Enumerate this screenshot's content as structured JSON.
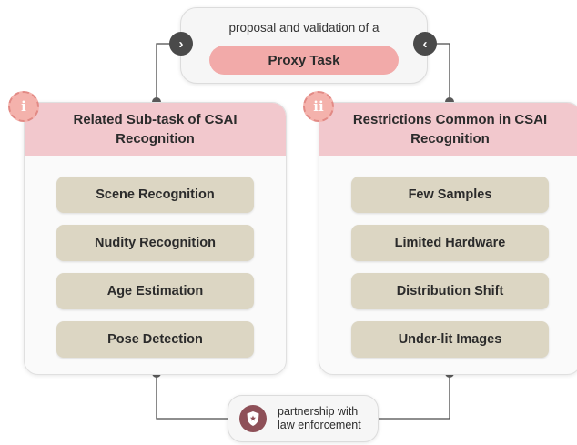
{
  "top": {
    "label": "proposal and validation of a",
    "pill": "Proxy Task",
    "arrow_left_icon": "chevron-right-icon",
    "arrow_right_icon": "chevron-left-icon"
  },
  "left_panel": {
    "badge": "i",
    "title": "Related Sub-task of CSAI Recognition",
    "items": [
      "Scene Recognition",
      "Nudity Recognition",
      "Age Estimation",
      "Pose Detection"
    ]
  },
  "right_panel": {
    "badge": "ii",
    "title": "Restrictions Common in CSAI Recognition",
    "items": [
      "Few Samples",
      "Limited Hardware",
      "Distribution Shift",
      "Under-lit Images"
    ]
  },
  "bottom": {
    "line1": "partnership with",
    "line2": "law enforcement",
    "icon": "police-badge-icon"
  },
  "colors": {
    "pill": "#f2aaa9",
    "header": "#f2c8cd",
    "item": "#dcd6c3",
    "badge": "#f4b2ac",
    "badge_icon": "#8e5058",
    "connector": "#4a4a4a"
  }
}
